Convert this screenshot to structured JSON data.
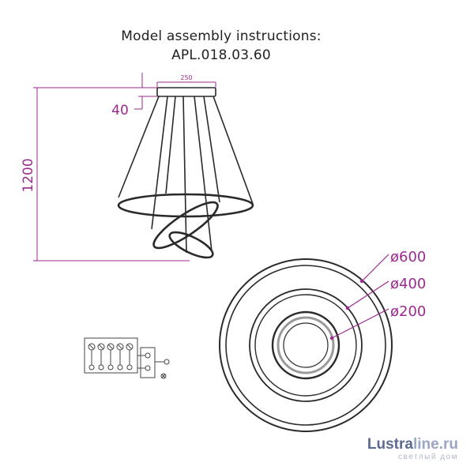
{
  "header": {
    "line1": "Model assembly instructions:",
    "line2": "APL.018.03.60"
  },
  "dimensions": {
    "top_width": "250",
    "canopy_gap": "40",
    "total_height": "1200",
    "diameter_large": "ø600",
    "diameter_medium": "ø400",
    "diameter_small": "ø200"
  },
  "watermark": {
    "brand_part1": "Lustra",
    "brand_part2": "line.ru",
    "tagline": "светлый дом"
  },
  "colors": {
    "dimension": "#9c2a8e",
    "outline": "#2a2a2a"
  }
}
